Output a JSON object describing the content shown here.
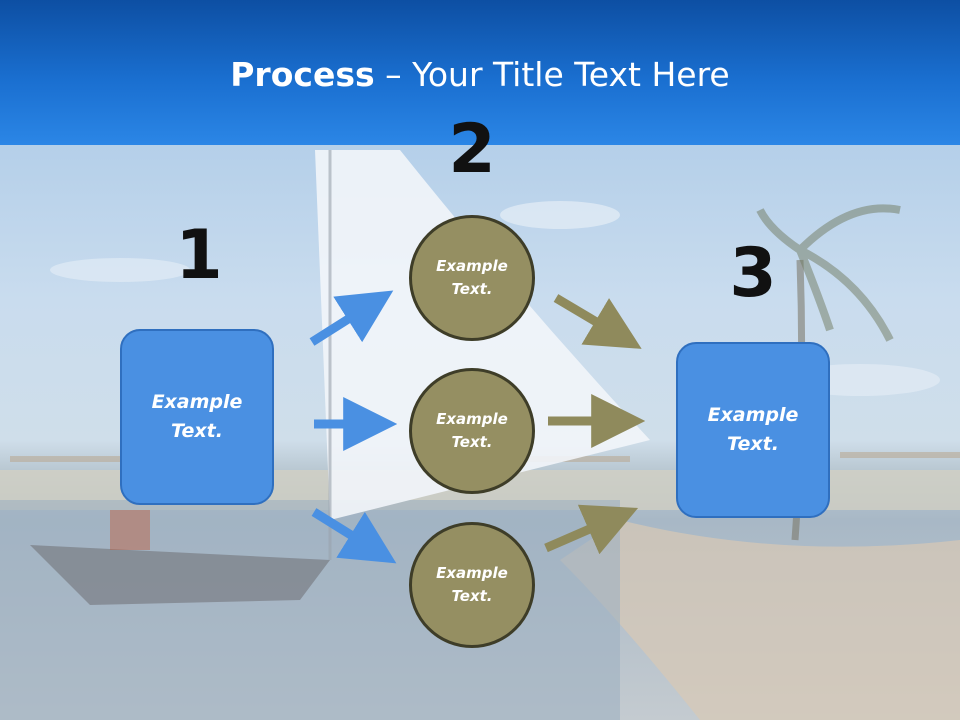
{
  "slide": {
    "title_bold": "Process",
    "title_rest": " – Your Title Text Here"
  },
  "steps": {
    "step1_number": "1",
    "step2_number": "2",
    "step3_number": "3"
  },
  "shapes": {
    "left_box": "Example Text.",
    "circle_top": "Example Text.",
    "circle_middle": "Example Text.",
    "circle_bottom": "Example Text.",
    "right_box": "Example Text."
  },
  "colors": {
    "header_blue": "#1a6fd0",
    "box_blue": "#4a90e2",
    "circle_olive": "#958f62",
    "arrow_blue": "#4a90e2",
    "arrow_olive": "#8f8a5c"
  },
  "background_image": "beach-with-sailboat-and-palm"
}
